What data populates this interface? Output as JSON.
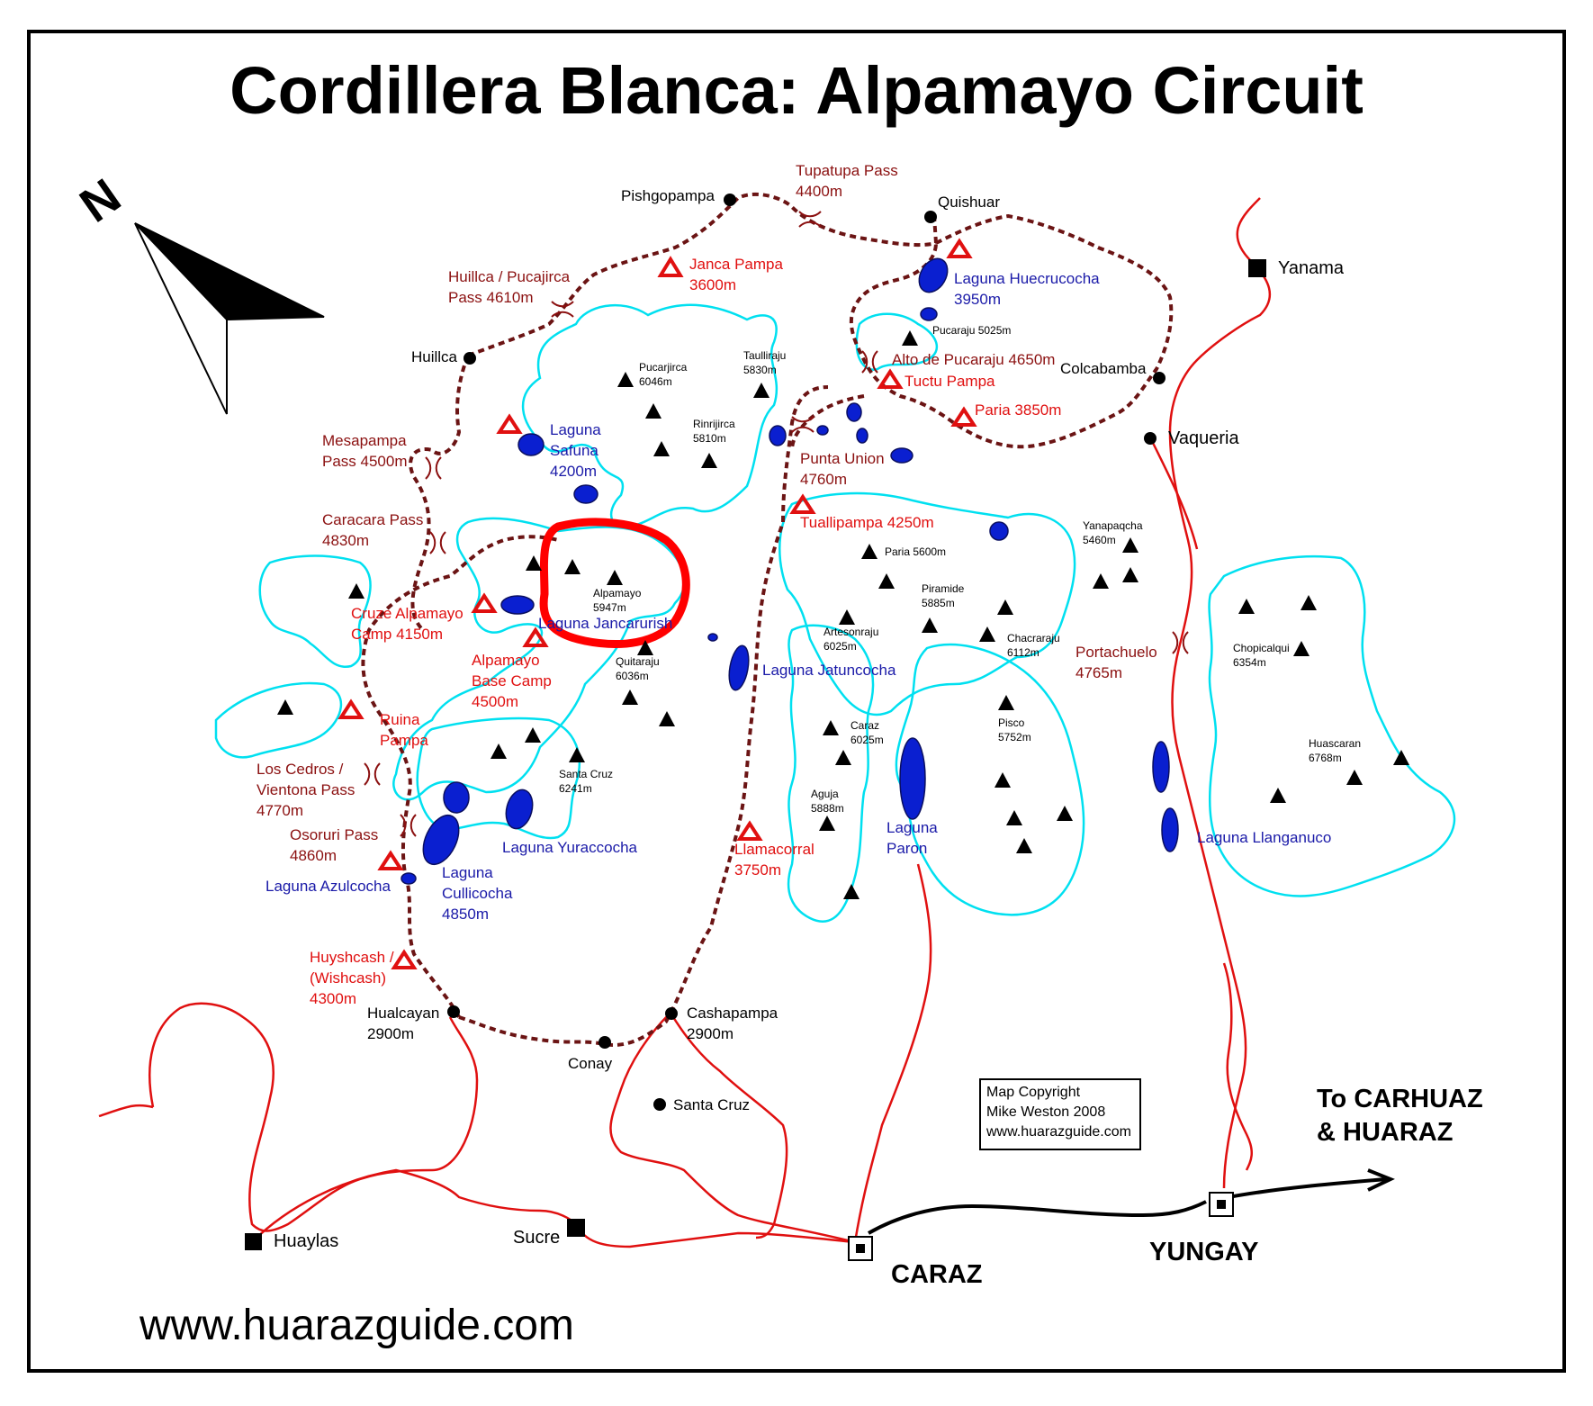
{
  "title": "Cordillera Blanca: Alpamayo Circuit",
  "website": "www.huarazguide.com",
  "north_label": "N",
  "colors": {
    "trail": "#6b1414",
    "road": "#e01010",
    "glacier": "#00e0f0",
    "lake": "#0a1fd0",
    "highlight_circle": "#ff0000",
    "camp": "#e01010",
    "pass_label": "#8b1010"
  },
  "settlements": {
    "pishgopampa": "Pishgopampa",
    "quishuar": "Quishuar",
    "huillca": "Huillca",
    "colcabamba": "Colcabamba",
    "vaqueria": "Vaqueria",
    "hualcayan": "Hualcayan",
    "hualcayan_alt": "2900m",
    "cashapampa": "Cashapampa",
    "cashapampa_alt": "2900m",
    "conay": "Conay",
    "santa_cruz": "Santa Cruz"
  },
  "towns": {
    "yanama": "Yanama",
    "huaylas": "Huaylas",
    "sucre": "Sucre",
    "caraz": "CARAZ",
    "yungay": "YUNGAY",
    "to_line1": "To CARHUAZ",
    "to_line2": "& HUARAZ"
  },
  "passes": {
    "tupatupa_1": "Tupatupa Pass",
    "tupatupa_2": "4400m",
    "huillca_1": "Huillca / Pucajirca",
    "huillca_2": "Pass 4610m",
    "mesapampa_1": "Mesapampa",
    "mesapampa_2": "Pass 4500m",
    "caracara_1": "Caracara Pass",
    "caracara_2": "4830m",
    "alto_pucaraju": "Alto de Pucaraju 4650m",
    "punta_union_1": "Punta Union",
    "punta_union_2": "4760m",
    "cedros_1": "Los Cedros /",
    "cedros_2": "Vientona Pass",
    "cedros_3": "4770m",
    "osoruri_1": "Osoruri Pass",
    "osoruri_2": "4860m",
    "portachuelo_1": "Portachuelo",
    "portachuelo_2": "4765m"
  },
  "camps": {
    "janca_1": "Janca Pampa",
    "janca_2": "3600m",
    "tuctu": "Tuctu Pampa",
    "paria": "Paria 3850m",
    "tuallipampa": "Tuallipampa 4250m",
    "cruze_1": "Cruze Alpamayo",
    "cruze_2": "Camp 4150m",
    "basecamp_1": "Alpamayo",
    "basecamp_2": "Base Camp",
    "basecamp_3": "4500m",
    "ruina_1": "Ruina",
    "ruina_2": "Pampa",
    "llamacorral_1": "Llamacorral",
    "llamacorral_2": "3750m",
    "huyshcash_1": "Huyshcash /",
    "huyshcash_2": "(Wishcash)",
    "huyshcash_3": "4300m"
  },
  "lakes": {
    "huecrucocha_1": "Laguna Huecrucocha",
    "huecrucocha_2": "3950m",
    "safuna_1": "Laguna",
    "safuna_2": "Safuna",
    "safuna_3": "4200m",
    "jancarurish": "Laguna Jancarurish",
    "jatuncocha": "Laguna Jatuncocha",
    "yuraccocha": "Laguna Yuraccocha",
    "cullicocha_1": "Laguna",
    "cullicocha_2": "Cullicocha",
    "cullicocha_3": "4850m",
    "azulcocha": "Laguna Azulcocha",
    "paron_1": "Laguna",
    "paron_2": "Paron",
    "llanganuco": "Laguna Llanganuco"
  },
  "peaks": {
    "pucarjirca_1": "Pucarjirca",
    "pucarjirca_2": "6046m",
    "taulliraju_1": "Taulliraju",
    "taulliraju_2": "5830m",
    "rinrijirca_1": "Rinrijirca",
    "rinrijirca_2": "5810m",
    "pucaraju": "Pucaraju 5025m",
    "alpamayo_1": "Alpamayo",
    "alpamayo_2": "5947m",
    "quitaraju_1": "Quitaraju",
    "quitaraju_2": "6036m",
    "santacruz_1": "Santa Cruz",
    "santacruz_2": "6241m",
    "paria": "Paria 5600m",
    "yanapaqcha_1": "Yanapaqcha",
    "yanapaqcha_2": "5460m",
    "piramide_1": "Piramide",
    "piramide_2": "5885m",
    "artesonraju_1": "Artesonraju",
    "artesonraju_2": "6025m",
    "chacraraju_1": "Chacraraju",
    "chacraraju_2": "6112m",
    "chopicalqui_1": "Chopicalqui",
    "chopicalqui_2": "6354m",
    "caraz_1": "Caraz",
    "caraz_2": "6025m",
    "pisco_1": "Pisco",
    "pisco_2": "5752m",
    "huascaran_1": "Huascaran",
    "huascaran_2": "6768m",
    "aguja_1": "Aguja",
    "aguja_2": "5888m"
  },
  "copyright": {
    "line1": "Map Copyright",
    "line2": "Mike Weston 2008",
    "line3": "www.huarazguide.com"
  }
}
